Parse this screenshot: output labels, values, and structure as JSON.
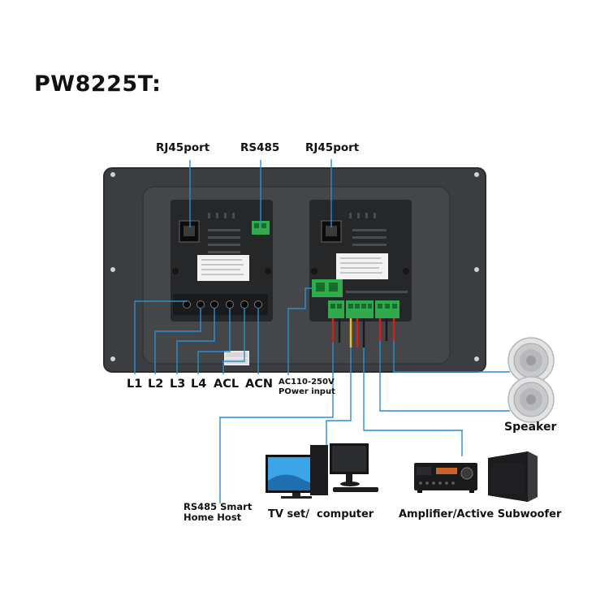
{
  "title": "PW8225T:",
  "ports": {
    "rj45_left": "RJ45port",
    "rs485": "RS485",
    "rj45_right": "RJ45port"
  },
  "terminals": [
    "L1",
    "L2",
    "L3",
    "L4",
    "ACL",
    "ACN"
  ],
  "power_input": {
    "line1": "AC110-250V",
    "line2": "POwer input"
  },
  "devices": {
    "speaker": "Speaker",
    "tv_computer": "TV set/  computer",
    "amplifier": "Amplifier/Active Subwoofer",
    "rs485_host_line1": "RS485 Smart",
    "rs485_host_line2": "Home Host"
  },
  "colors": {
    "wire": "#2a8fd0",
    "panel": "#3b3d40",
    "terminal_green": "#2faa4c",
    "wire_red": "#d02020",
    "wire_yellow": "#e8c020"
  }
}
